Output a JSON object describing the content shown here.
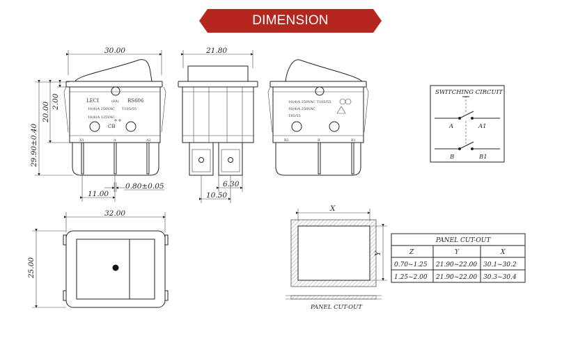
{
  "banner": {
    "title": "DIMENSION",
    "color": "#b5261e"
  },
  "front_view": {
    "width": "30.00",
    "height_total": "29.90±0.40",
    "height_body": "20.00",
    "flange": "2.00",
    "pin_pitch": "11.00",
    "pin_thickness": "0.80±0.05",
    "marks": {
      "brand": "LECI",
      "model": "RS606",
      "current": "(8A)",
      "rating1": "16(6)A 250VAC",
      "rating2": "T105/55",
      "rating3": "16(6)A 125VAC",
      "cert": "CB",
      "pin1": "X1",
      "pin2": "A",
      "pin3": "A2"
    }
  },
  "side_view": {
    "width": "21.80",
    "tab_width": "6.30",
    "tab_length": "10.50"
  },
  "rear_view": {
    "marks": {
      "line1": "16(4)A 250VAC T105/55",
      "line2": "16(4)A 250VAC",
      "line3": "T85/55",
      "pin1": "B2",
      "pin2": "B",
      "pin3": "B1"
    }
  },
  "switching_circuit": {
    "title": "SWITCHING CIRCUIT",
    "labels": {
      "a": "A",
      "a1": "A1",
      "b": "B",
      "b1": "B1"
    }
  },
  "top_view": {
    "width": "32.00",
    "height": "25.00"
  },
  "panel": {
    "x_label": "X",
    "y_label": "Y",
    "caption": "PANEL CUT-OUT",
    "table": {
      "title": "PANEL CUT-OUT",
      "headers": [
        "Z",
        "Y",
        "X"
      ],
      "rows": [
        [
          "0.70~1.25",
          "21.90~22.00",
          "30.1~30.2"
        ],
        [
          "1.25~2.00",
          "21.90~22.00",
          "30.3~30.4"
        ]
      ]
    }
  }
}
